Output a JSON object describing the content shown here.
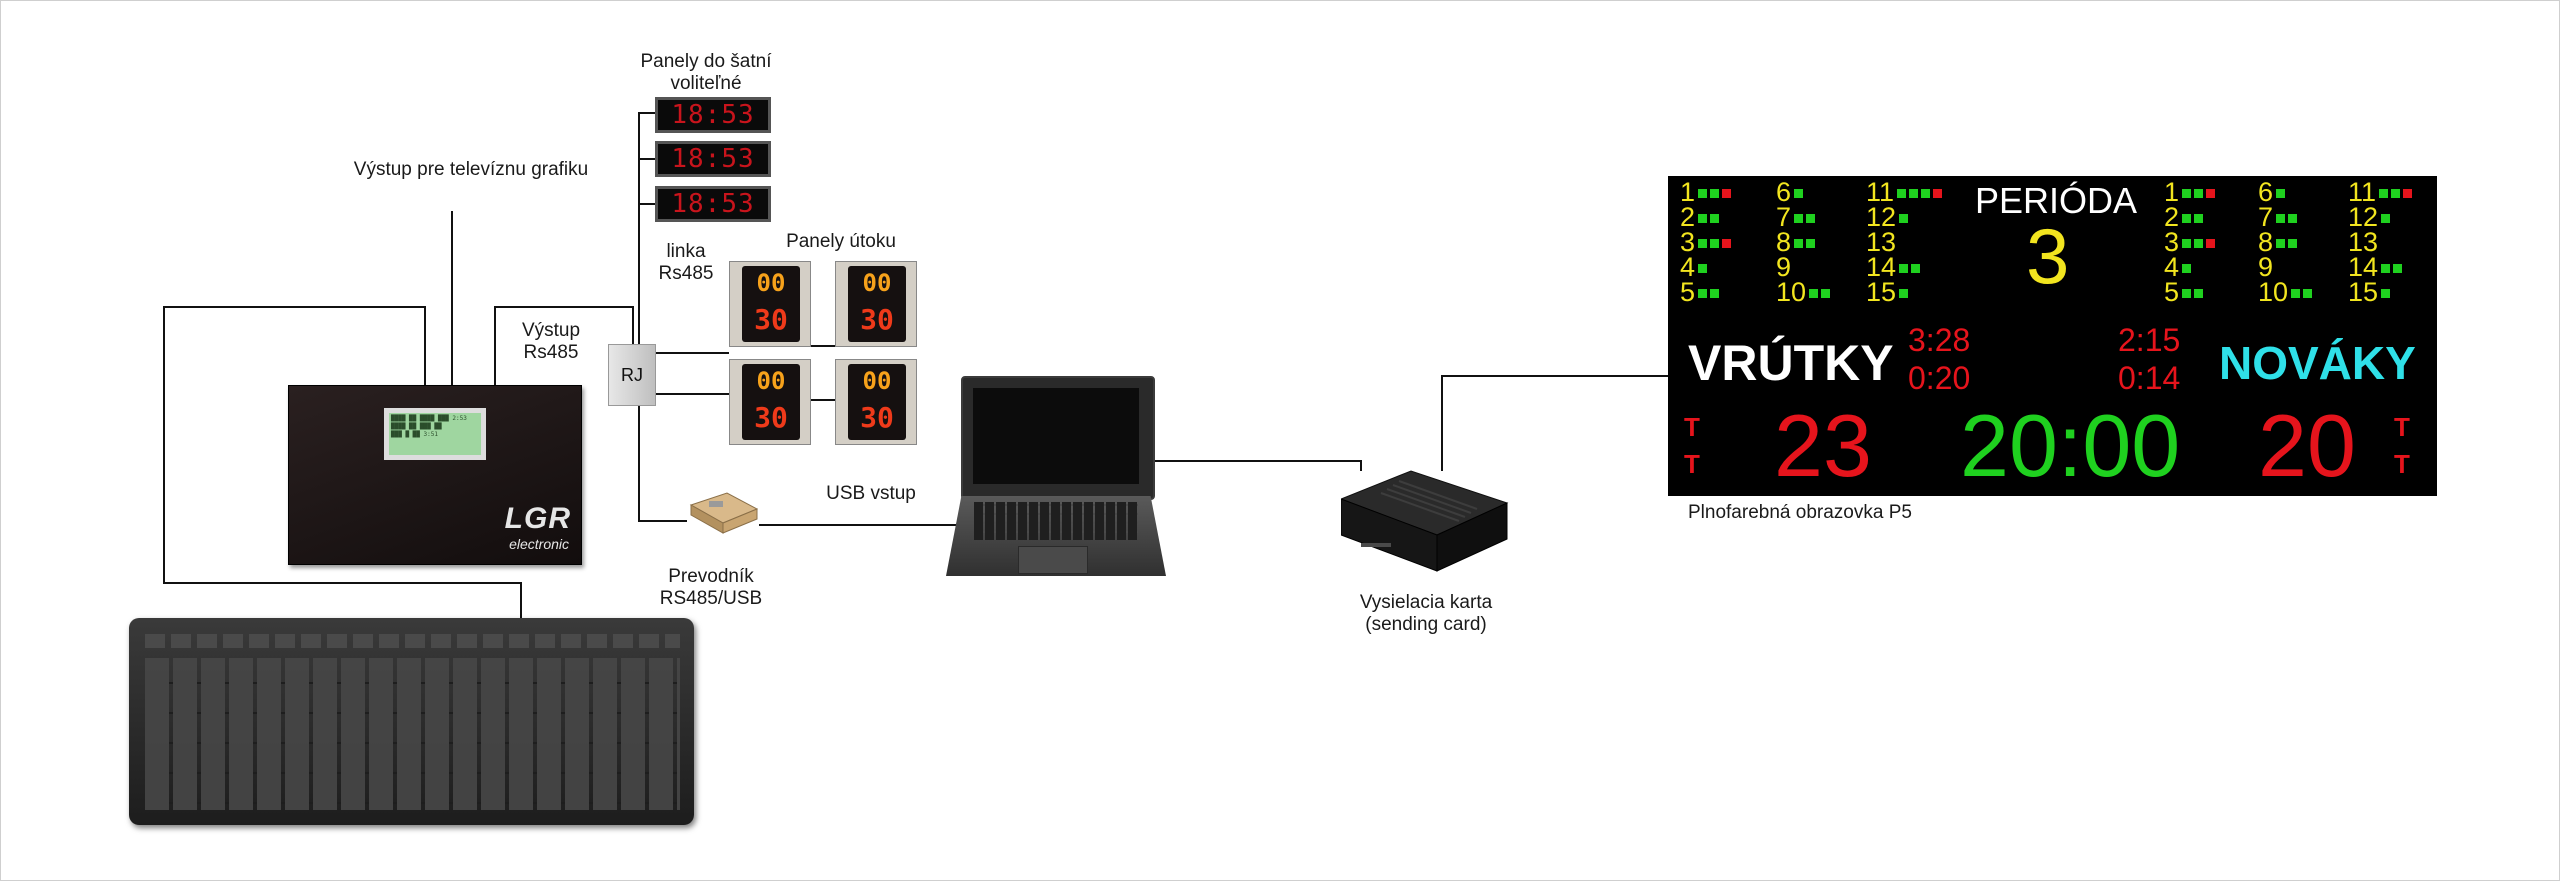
{
  "labels": {
    "tv_output": "Výstup pre televíznu grafiku",
    "rs485_output": "Výstup Rs485",
    "locker_panels": "Panely do šatní voliteľné",
    "attack_panels": "Panely útoku",
    "rs485_line": "linka Rs485",
    "rj": "RJ",
    "usb_input": "USB vstup",
    "converter": "Prevodník RS485/USB",
    "sending_card": "Vysielacia karta (sending card)",
    "screen_caption": "Plnofarebná obrazovka P5"
  },
  "controller": {
    "brand": "LGR",
    "brand_sub": "electronic"
  },
  "locker_panel_time": "18:53",
  "attack_panel": {
    "top": "00",
    "bottom": "30"
  },
  "scoreboard": {
    "period_label": "PERIÓDA",
    "period": "3",
    "home_team": "VRÚTKY",
    "away_team": "NOVÁKY",
    "home_score": "23",
    "away_score": "20",
    "game_time": "20:00",
    "home_penalties": [
      "3:28",
      "0:20"
    ],
    "away_penalties": [
      "2:15",
      "0:14"
    ],
    "timeout_mark": "T",
    "home_player_cols": [
      [
        {
          "n": "1",
          "g": 2,
          "r": 1
        },
        {
          "n": "2",
          "g": 2,
          "r": 0
        },
        {
          "n": "3",
          "g": 2,
          "r": 1
        },
        {
          "n": "4",
          "g": 1,
          "r": 0
        },
        {
          "n": "5",
          "g": 2,
          "r": 0
        }
      ],
      [
        {
          "n": "6",
          "g": 1,
          "r": 0
        },
        {
          "n": "7",
          "g": 2,
          "r": 0
        },
        {
          "n": "8",
          "g": 2,
          "r": 0
        },
        {
          "n": "9",
          "g": 0,
          "r": 0
        },
        {
          "n": "10",
          "g": 2,
          "r": 0
        }
      ],
      [
        {
          "n": "11",
          "g": 3,
          "r": 1
        },
        {
          "n": "12",
          "g": 1,
          "r": 0
        },
        {
          "n": "13",
          "g": 0,
          "r": 0
        },
        {
          "n": "14",
          "g": 2,
          "r": 0
        },
        {
          "n": "15",
          "g": 1,
          "r": 0
        }
      ]
    ],
    "away_player_cols": [
      [
        {
          "n": "1",
          "g": 2,
          "r": 1
        },
        {
          "n": "2",
          "g": 2,
          "r": 0
        },
        {
          "n": "3",
          "g": 2,
          "r": 1
        },
        {
          "n": "4",
          "g": 1,
          "r": 0
        },
        {
          "n": "5",
          "g": 2,
          "r": 0
        }
      ],
      [
        {
          "n": "6",
          "g": 1,
          "r": 0
        },
        {
          "n": "7",
          "g": 2,
          "r": 0
        },
        {
          "n": "8",
          "g": 2,
          "r": 0
        },
        {
          "n": "9",
          "g": 0,
          "r": 0
        },
        {
          "n": "10",
          "g": 2,
          "r": 0
        }
      ],
      [
        {
          "n": "11",
          "g": 2,
          "r": 1
        },
        {
          "n": "12",
          "g": 1,
          "r": 0
        },
        {
          "n": "13",
          "g": 0,
          "r": 0
        },
        {
          "n": "14",
          "g": 2,
          "r": 0
        },
        {
          "n": "15",
          "g": 1,
          "r": 0
        }
      ]
    ],
    "colors": {
      "player_number": "#f2e51f",
      "penalty_green": "#1fd11f",
      "penalty_red": "#e6141c",
      "home_team": "#ffffff",
      "away_team": "#2fe0e8",
      "score": "#e6141c",
      "time": "#1fd11f",
      "period_number": "#f2e51f",
      "period_label": "#ffffff",
      "penalty_time": "#e6141c"
    }
  }
}
